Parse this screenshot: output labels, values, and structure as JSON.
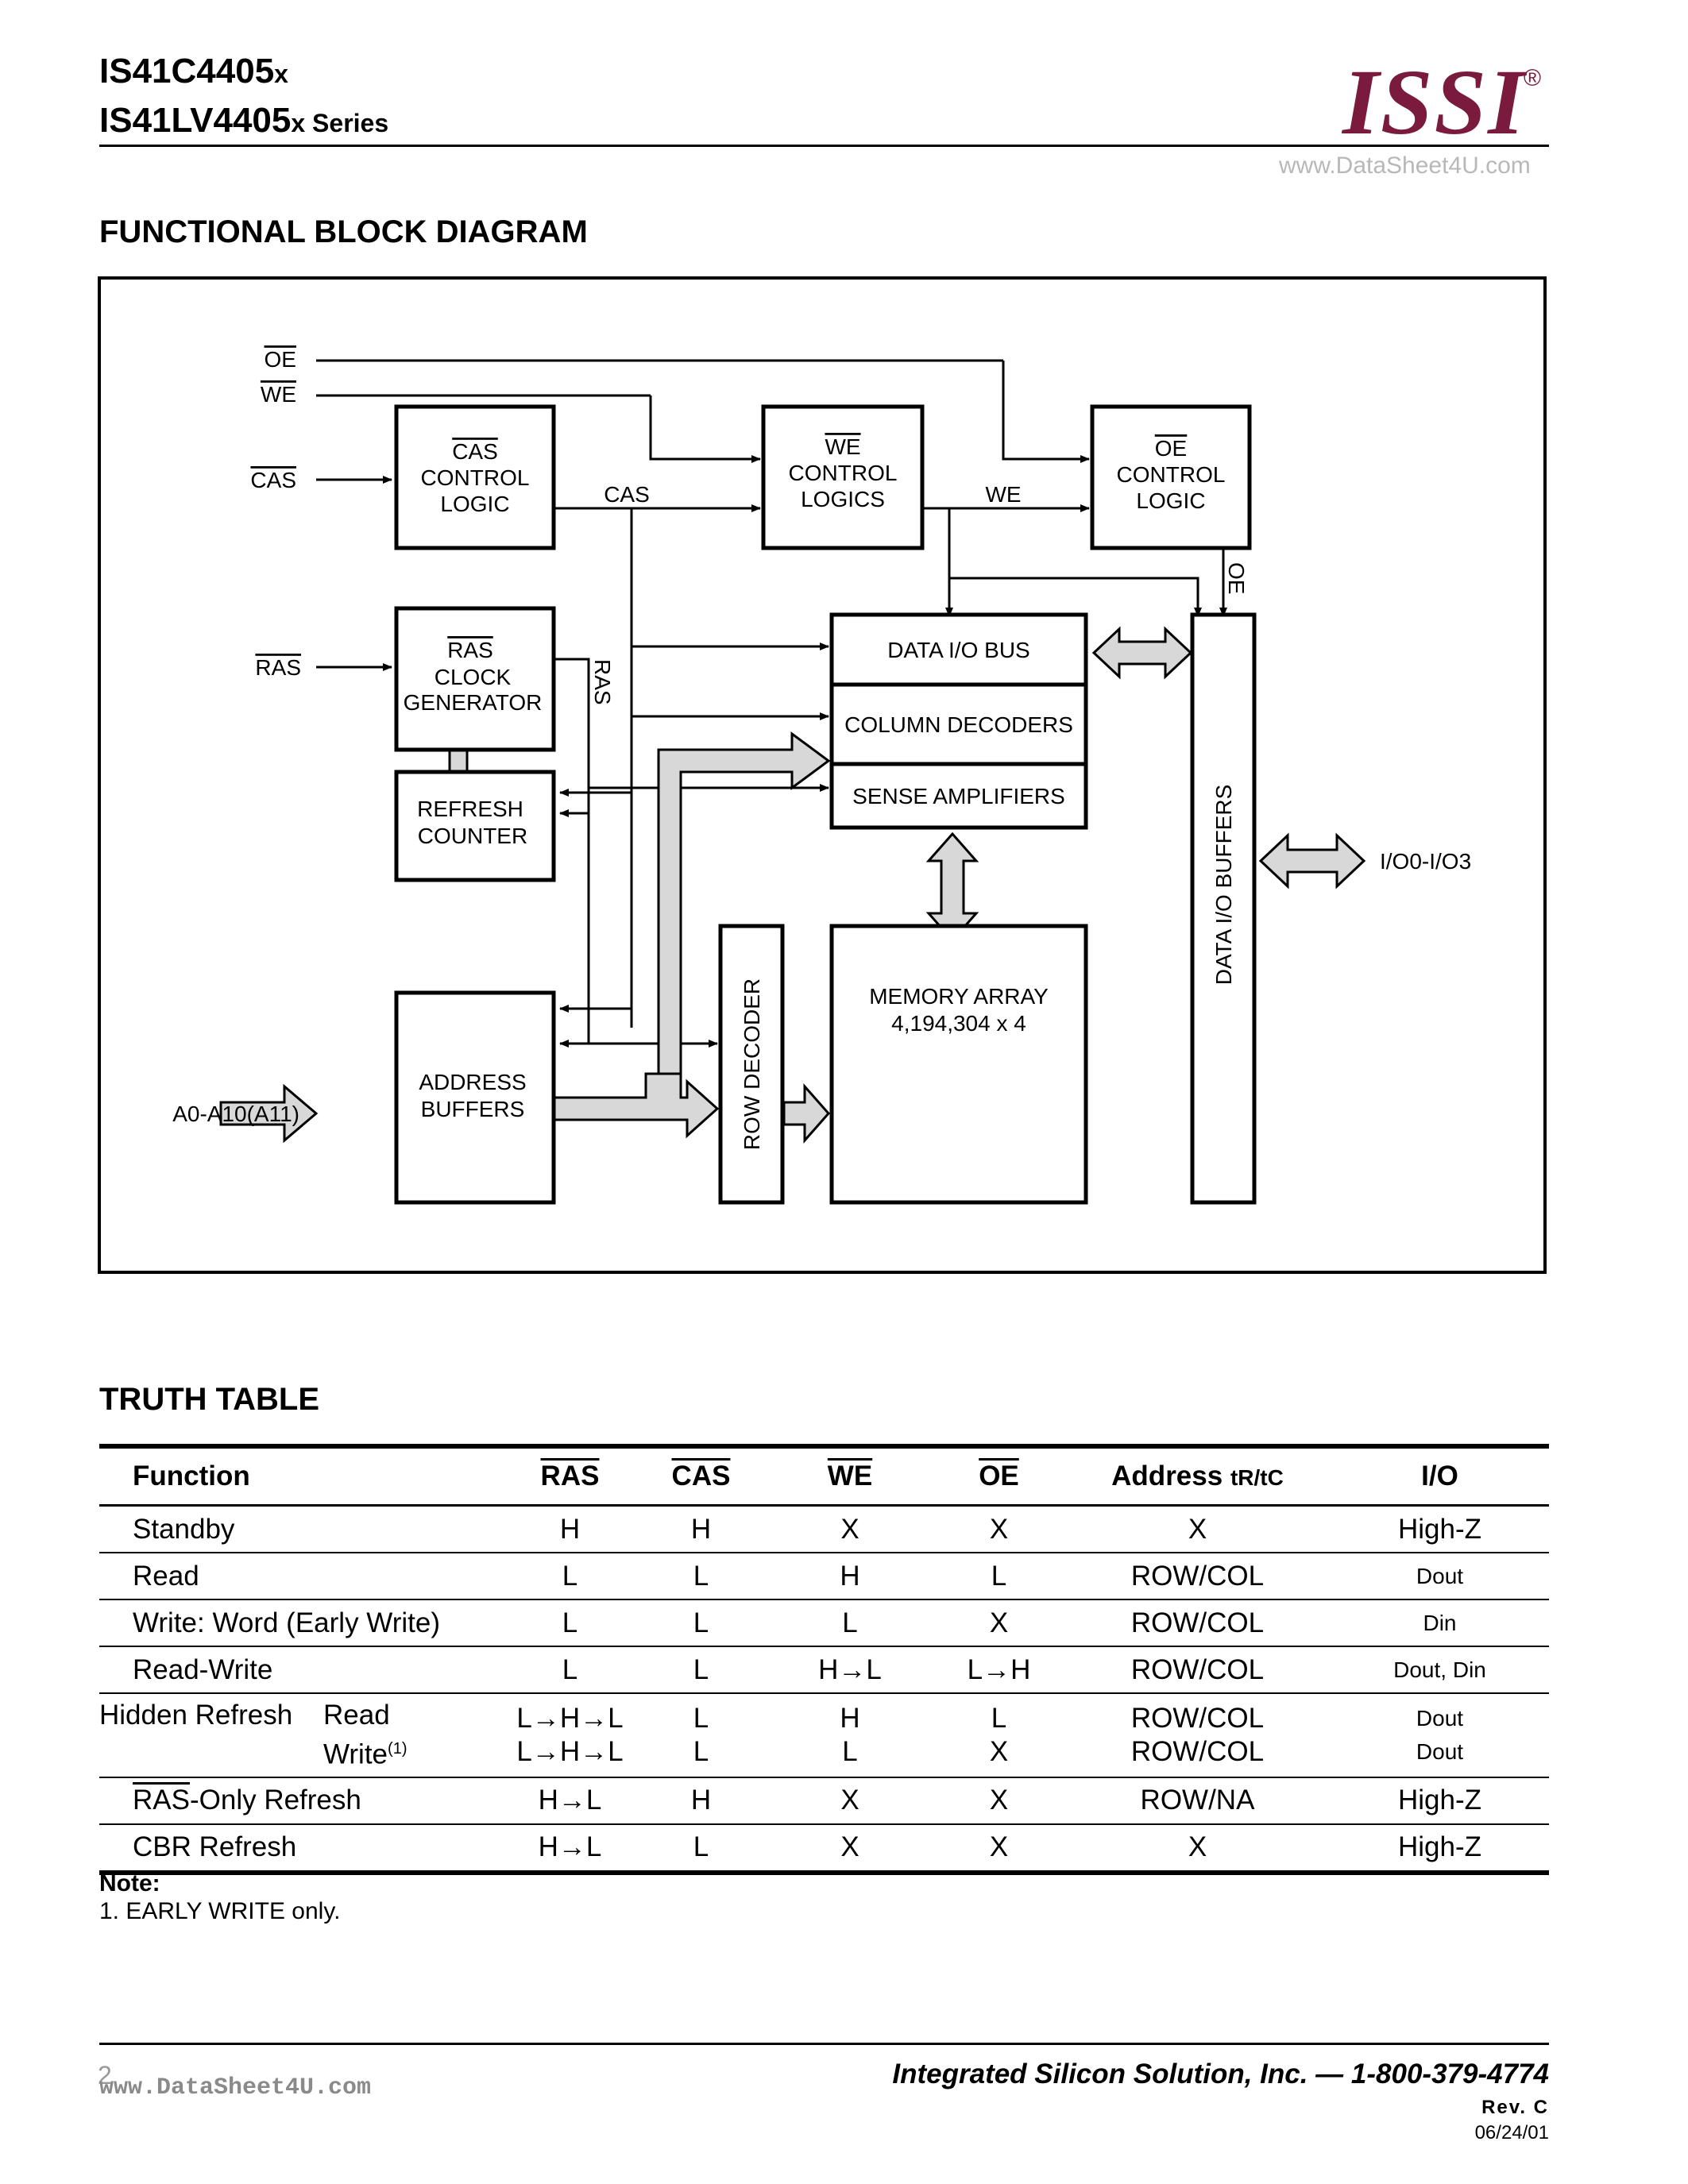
{
  "header": {
    "title_line1": "IS41C4405",
    "title_line1_suffix": "x",
    "title_line2": "IS41LV4405",
    "title_line2_suffix": "x Series",
    "logo": "ISSI",
    "logo_mark": "®",
    "watermark": "www.DataSheet4U.com"
  },
  "block_diagram": {
    "heading": "FUNCTIONAL BLOCK DIAGRAM",
    "inputs": {
      "oe": "OE",
      "we": "WE",
      "cas": "CAS",
      "ras": "RAS",
      "address": "A0-A10(A11)"
    },
    "blocks": {
      "cas_control": [
        "CAS",
        "CONTROL",
        "LOGIC"
      ],
      "we_control": [
        "WE",
        "CONTROL",
        "LOGICS"
      ],
      "oe_control": [
        "OE",
        "CONTROL",
        "LOGIC"
      ],
      "ras_clock": [
        "RAS",
        "CLOCK",
        "GENERATOR"
      ],
      "refresh_counter": [
        "REFRESH",
        "COUNTER"
      ],
      "address_buffers": [
        "ADDRESS",
        "BUFFERS"
      ],
      "data_io_bus": "DATA I/O BUS",
      "column_decoders": "COLUMN DECODERS",
      "sense_amplifiers": "SENSE AMPLIFIERS",
      "memory_array": [
        "MEMORY ARRAY",
        "4,194,304 x 4"
      ],
      "row_decoder": "ROW DECODER",
      "data_io_buffers": "DATA I/O BUFFERS"
    },
    "signals": {
      "cas": "CAS",
      "we": "WE",
      "ras": "RAS",
      "oe": "OE",
      "io": "I/O0-I/O3"
    }
  },
  "truth_table": {
    "heading": "TRUTH TABLE",
    "columns": {
      "function": "Function",
      "ras": "RAS",
      "cas": "CAS",
      "we": "WE",
      "oe": "OE",
      "address": "Address",
      "address_sub": "tR/tC",
      "io": "I/O"
    },
    "rows": [
      {
        "function": "Standby",
        "ras": "H",
        "cas": "H",
        "we": "X",
        "oe": "X",
        "address": "X",
        "io": "High-Z"
      },
      {
        "function": "Read",
        "ras": "L",
        "cas": "L",
        "we": "H",
        "oe": "L",
        "address": "ROW/COL",
        "io": "Dout"
      },
      {
        "function": "Write: Word (Early Write)",
        "ras": "L",
        "cas": "L",
        "we": "L",
        "oe": "X",
        "address": "ROW/COL",
        "io": "Din"
      },
      {
        "function": "Read-Write",
        "ras": "L",
        "cas": "L",
        "we": "H→L",
        "oe": "L→H",
        "address": "ROW/COL",
        "io": "Dout, Din"
      },
      {
        "function": "Hidden Refresh",
        "mode1": "Read",
        "mode2": "Write",
        "mode2_note": "(1)",
        "ras1": "L→H→L",
        "ras2": "L→H→L",
        "cas1": "L",
        "cas2": "L",
        "we1": "H",
        "we2": "L",
        "oe1": "L",
        "oe2": "X",
        "address1": "ROW/COL",
        "address2": "ROW/COL",
        "io1": "Dout",
        "io2": "Dout"
      },
      {
        "function_prefix": "RAS",
        "function": "-Only Refresh",
        "ras": "H→L",
        "cas": "H",
        "we": "X",
        "oe": "X",
        "address": "ROW/NA",
        "io": "High-Z"
      },
      {
        "function": "CBR Refresh",
        "ras": "H→L",
        "cas": "L",
        "we": "X",
        "oe": "X",
        "address": "X",
        "io": "High-Z"
      }
    ],
    "note_label": "Note:",
    "note": "1.  EARLY WRITE only."
  },
  "footer": {
    "page_number": "2",
    "watermark": "www.DataSheet4U.com",
    "company": "Integrated Silicon Solution, Inc. — 1-800-379-4774",
    "revision": "Rev. C",
    "date": "06/24/01"
  }
}
